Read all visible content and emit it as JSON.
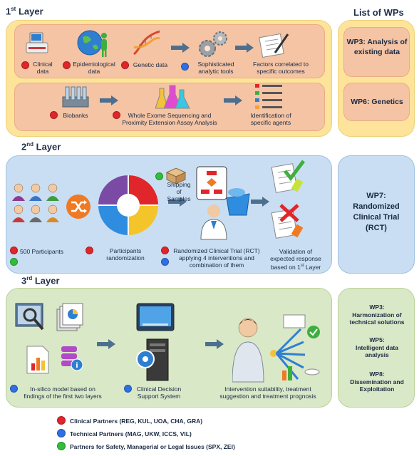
{
  "colors": {
    "clinical": "#e0262a",
    "technical": "#2f6fe4",
    "safety": "#2fbf3a",
    "layer1": "#fde49a",
    "layer2": "#c9def2",
    "layer3": "#d9e8c7",
    "band": "#f4c4a4"
  },
  "layer1": {
    "title_main": "1",
    "title_sup": "st",
    "title_rest": " Layer",
    "items": {
      "clinical": "Clinical data",
      "epidemiological": "Epidemiological data",
      "genetic": "Genetic data",
      "analytic": "Sophisticated analytic tools",
      "factors": "Factors correlated to specific outcomes",
      "biobanks": "Biobanks",
      "wes": "Whole Exome Sequencing and Proximity Extension Assay Analysis",
      "agents": "Identification of specific agents"
    }
  },
  "wp_list": {
    "title": "List of WPs",
    "wp3": "WP3: Analysis of existing data",
    "wp6": "WP6: Genetics",
    "wp7": "WP7: Randomized Clinical Trial (RCT)",
    "wp3b_a": "WP3:",
    "wp3b_b": "Harmonization of technical solutions",
    "wp5_a": "WP5:",
    "wp5_b": "Intelligent data analysis",
    "wp8_a": "WP8:",
    "wp8_b": "Dissemination and Exploitation"
  },
  "layer2": {
    "title_main": "2",
    "title_sup": "nd",
    "title_rest": " Layer",
    "items": {
      "participants": "500 Participants",
      "randomization": "Participants randomization",
      "shipping": "Shipping of Samples",
      "rct": "Randomized Clinical Trial (RCT) applying 4 interventions and combination of them",
      "validation_pre": "Validation of expected response based on 1",
      "validation_sup": "st",
      "validation_post": " Layer"
    }
  },
  "layer3": {
    "title_main": "3",
    "title_sup": "rd",
    "title_rest": " Layer",
    "items": {
      "insilico": "In-silico model based on findings of the first two layers",
      "cdss": "Clinical Decision Support System",
      "intervention": "Intervention suitability, treatment suggestion and treatment prognosis"
    }
  },
  "legend": {
    "clinical": "Clinical Partners (REG, KUL, UOA, CHA, GRA)",
    "technical": "Technical Partners (MAG, UKW, ICCS, VIL)",
    "safety": "Partners for Safety, Managerial or Legal Issues (SPX, ZEI)"
  }
}
